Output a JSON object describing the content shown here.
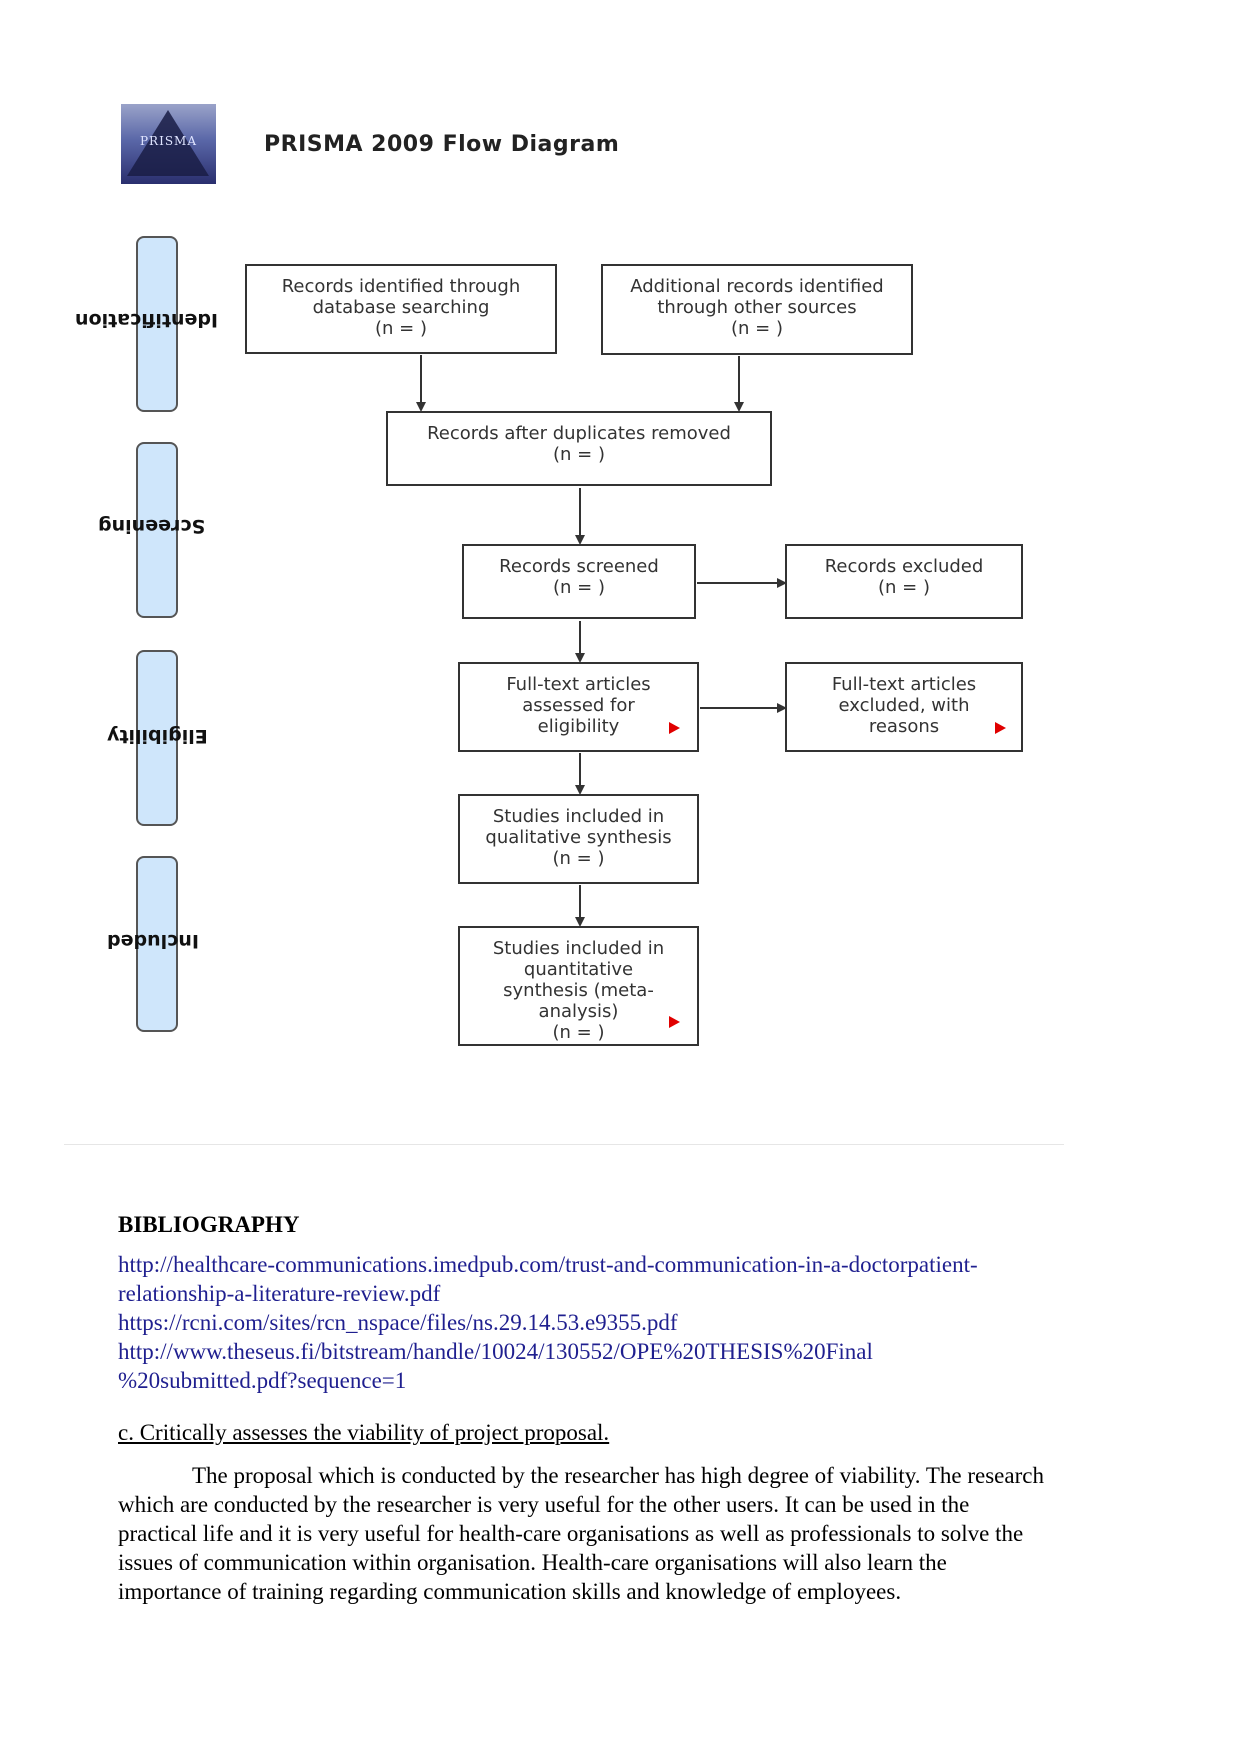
{
  "header": {
    "logo_text": "PRISMA",
    "title": "PRISMA 2009 Flow Diagram"
  },
  "stages": [
    {
      "label": "Identification"
    },
    {
      "label": "Screening"
    },
    {
      "label": "Eligibility"
    },
    {
      "label": "Included"
    }
  ],
  "boxes": {
    "db_search": [
      "Records identified through",
      "database searching",
      "(n =    )"
    ],
    "other_sources": [
      "Additional records identified",
      "through other sources",
      "(n =    )"
    ],
    "after_duplicates": [
      "Records after duplicates removed",
      "(n =    )"
    ],
    "screened": [
      "Records screened",
      "(n =    )"
    ],
    "excluded": [
      "Records excluded",
      "(n =    )"
    ],
    "fulltext_assessed": [
      "Full-text articles",
      "assessed for",
      "eligibility"
    ],
    "fulltext_excluded": [
      "Full-text articles",
      "excluded, with",
      "reasons"
    ],
    "qualitative": [
      "Studies included in",
      "qualitative synthesis",
      "(n =    )"
    ],
    "quantitative": [
      "Studies included in",
      "quantitative",
      "synthesis (meta-",
      "analysis)",
      "(n =    )"
    ]
  },
  "colors": {
    "stage_fill": "#cfe6fb",
    "link": "#1f1f8f",
    "marker_red": "#e00000"
  },
  "bibliography": {
    "heading": "BIBLIOGRAPHY",
    "lines": [
      "http://healthcare-communications.imedpub.com/trust-and-communication-in-a-doctorpatient-",
      "relationship-a-literature-review.pdf",
      "https://rcni.com/sites/rcn_nspace/files/ns.29.14.53.e9355.pdf",
      "http://www.theseus.fi/bitstream/handle/10024/130552/OPE%20THESIS%20Final",
      "%20submitted.pdf?sequence=1"
    ]
  },
  "section": {
    "heading": "c. Critically assesses the viability of project proposal.",
    "paragraph_lines": [
      "The proposal which is conducted by the researcher has high degree of viability. The research",
      "which are conducted by the researcher is very useful for the other users. It can be used in the",
      "practical life and it is very useful for health-care organisations as well as professionals to solve the",
      "issues of communication within organisation. Health-care organisations will also learn the",
      "importance of training regarding communication skills and knowledge of employees."
    ]
  }
}
